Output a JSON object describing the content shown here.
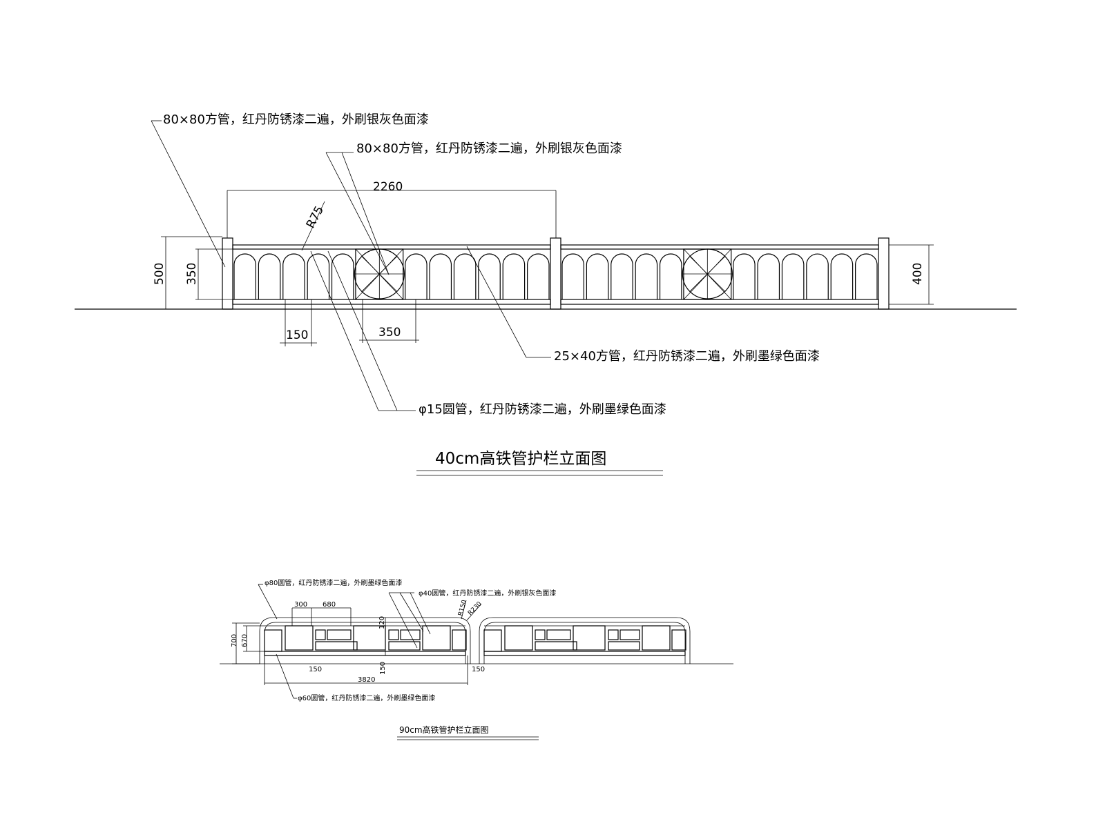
{
  "top_drawing": {
    "title": "40cm高铁管护栏立面图",
    "labels": {
      "post_left": "80×80方管，红丹防锈漆二遍，外刷银灰色面漆",
      "post_mid": "80×80方管，红丹防锈漆二遍，外刷银灰色面漆",
      "rail": "25×40方管，红丹防锈漆二遍，外刷墨绿色面漆",
      "round_tube": "φ15圆管，红丹防锈漆二遍，外刷墨绿色面漆"
    },
    "dims": {
      "span": "2260",
      "radius": "R75",
      "h500": "500",
      "h350": "350",
      "h400": "400",
      "w150": "150",
      "w350": "350"
    }
  },
  "bottom_drawing": {
    "title": "90cm高铁管护栏立面图",
    "labels": {
      "top_tube": "φ80圆管，红丹防锈漆二遍，外刷墨绿色面漆",
      "inner_tube": "φ40圆管，红丹防锈漆二遍，外刷银灰色面漆",
      "bottom_tube": "φ60圆管，红丹防锈漆二遍，外刷墨绿色面漆"
    },
    "dims": {
      "d300": "300",
      "d680": "680",
      "d120": "120",
      "h700": "700",
      "h670": "670",
      "d150a": "150",
      "d150b": "150",
      "d150c": "150",
      "span": "3820",
      "r150": "R150",
      "r230": "R230"
    }
  }
}
